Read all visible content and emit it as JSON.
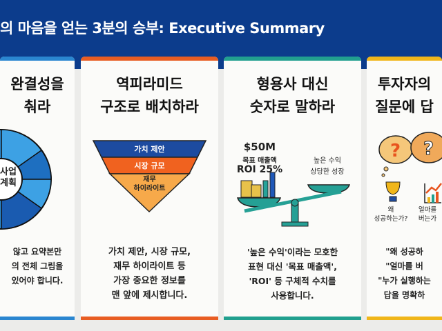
{
  "header": {
    "title": "의 마음을 얻는 3분의 승부: Executive Summary"
  },
  "colors": {
    "header": "#0c3c8c",
    "blue": "#2a86d0",
    "orange": "#e85d23",
    "teal": "#21a08f",
    "yellow": "#f0b61a"
  },
  "cards": [
    {
      "title_lines": [
        "완결성을",
        "춰라"
      ],
      "center_label": [
        "사업",
        "계획"
      ],
      "icon": "puzzle-ring-icon",
      "text_lines": [
        "않고 요약본만",
        "의 전체 그림을",
        "있어야 합니다."
      ]
    },
    {
      "title_lines": [
        "역피라미드",
        "구조로 배치하라"
      ],
      "pyramid": [
        "가치 제안",
        "시장 규모",
        "재무",
        "하이라이트"
      ],
      "icon": "inverted-pyramid-icon",
      "text_lines": [
        "가치 제안, 시장 규모,",
        "재무 하이라이트 등",
        "가장 중요한 정보를",
        "맨 앞에 제시합니다."
      ]
    },
    {
      "title_lines": [
        "형용사 대신",
        "숫자로 말하라"
      ],
      "left_labels": [
        "$50M",
        "목표 매출액",
        "ROI 25%"
      ],
      "right_labels": [
        "높은 수익",
        "상당한 성장"
      ],
      "icon": "balance-scale-icon",
      "text_lines": [
        "'높은 수익'이라는 모호한",
        "표현 대신 '목표 매출액',",
        "'ROI' 등 구체적 수치를",
        "사용합니다."
      ]
    },
    {
      "title_lines": [
        "투자자의",
        "질문에 답"
      ],
      "icon_labels": [
        "왜\n성공하는가?",
        "얼마를\n버는가"
      ],
      "icon": "question-cloud-icon",
      "text_lines": [
        "\"왜 성공하",
        "\"얼마를 버",
        "\"누가 실행하는",
        "답을 명확하"
      ]
    }
  ]
}
